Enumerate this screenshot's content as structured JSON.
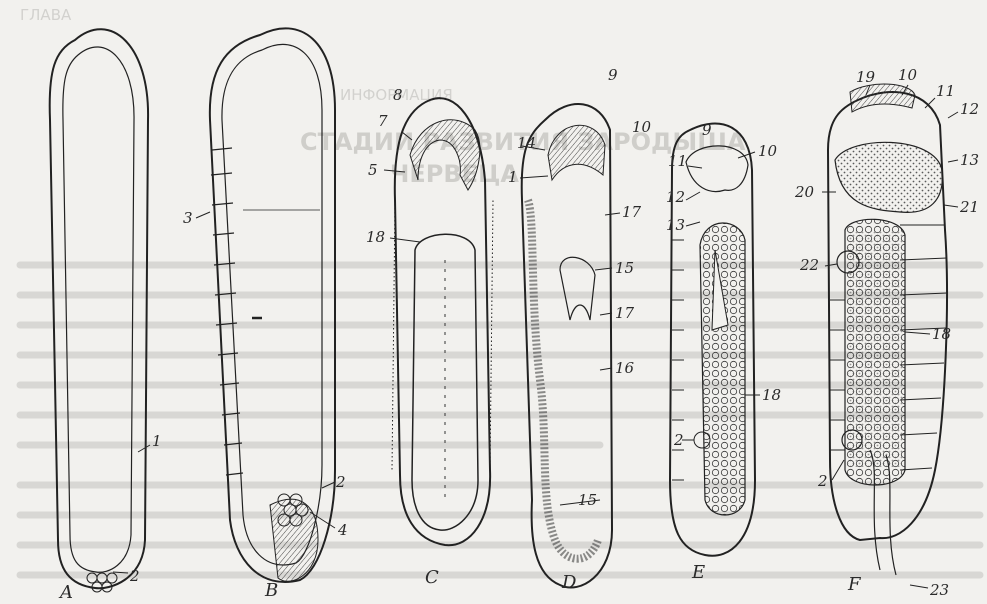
{
  "figure": {
    "panels": [
      {
        "id": "A",
        "label": "A",
        "numbers": [
          "1",
          "2"
        ]
      },
      {
        "id": "B",
        "label": "B",
        "numbers": [
          "3",
          "2",
          "4"
        ]
      },
      {
        "id": "C",
        "label": "C",
        "numbers": [
          "8",
          "7",
          "5",
          "18"
        ]
      },
      {
        "id": "D",
        "label": "D",
        "numbers": [
          "9",
          "14",
          "10",
          "1",
          "17",
          "15",
          "17",
          "16",
          "15"
        ]
      },
      {
        "id": "E",
        "label": "E",
        "numbers": [
          "9",
          "11",
          "10",
          "12",
          "13",
          "18",
          "2"
        ]
      },
      {
        "id": "F",
        "label": "F",
        "numbers": [
          "19",
          "10",
          "11",
          "12",
          "13",
          "20",
          "21",
          "22",
          "18",
          "2",
          "23"
        ]
      }
    ]
  },
  "colors": {
    "paper": "#f2f1ee",
    "ink": "#2a2a2a",
    "stipple": "#5a5a5a",
    "bleed": "#bdbcb8"
  },
  "background_text": {
    "title_lines": [
      "СТАДИИ РАЗВИТИЯ ЗАРОДЫША",
      "ЧЕРВЕЦА"
    ],
    "small_lines": [
      "ГЛАВА",
      "ИНФОРМАЦИЯ"
    ]
  }
}
